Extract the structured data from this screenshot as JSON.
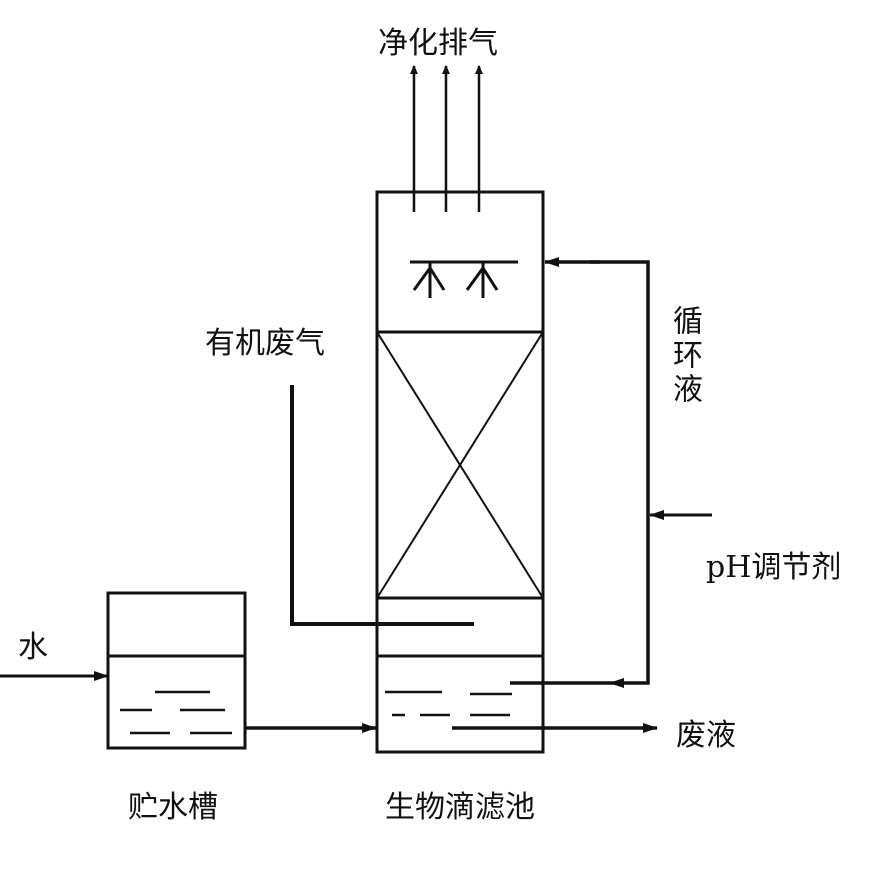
{
  "labels": {
    "purified_exhaust": "净化排气",
    "organic_waste_gas": "有机废气",
    "circulating_liquid": "循环液",
    "ph_regulator": "pH调节剂",
    "water": "水",
    "waste_liquid": "废液",
    "storage_tank": "贮水槽",
    "biotrickling_filter": "生物滴滤池"
  },
  "colors": {
    "line": "#111111",
    "background": "#ffffff"
  }
}
